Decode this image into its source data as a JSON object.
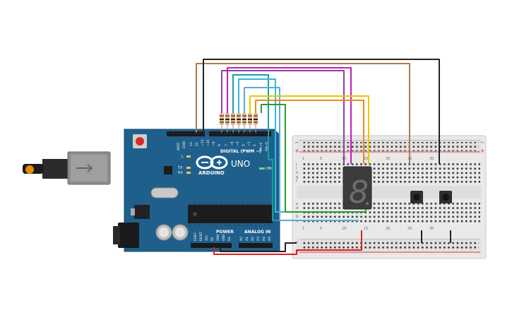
{
  "board": {
    "aref": "AREF",
    "gnd": "GND",
    "digital_label": "DIGITAL (PWM ~)",
    "brand": "ARDUINO",
    "model": "UNO",
    "on_label": "ON",
    "led_l": "L",
    "led_tx": "TX",
    "led_rx": "RX",
    "power_label": "POWER",
    "analog_label": "ANALOG IN",
    "tx_pin": "TX→1",
    "rx_pin": "RX←0",
    "digital_pins": [
      "13",
      "12",
      "~11",
      "~10",
      "~9",
      "8",
      "7",
      "~6",
      "~5",
      "4",
      "~3",
      "2"
    ],
    "power_pins": [
      "IOREF",
      "RESET",
      "3V3",
      "5V",
      "GND",
      "GND",
      "Vin"
    ],
    "analog_pins": [
      "A0",
      "A1",
      "A2",
      "A3",
      "A4",
      "A5"
    ]
  },
  "display": {
    "digit": "8"
  },
  "breadboard": {
    "rows_top": [
      "j",
      "i",
      "h",
      "g",
      "f"
    ],
    "rows_bottom": [
      "e",
      "d",
      "c",
      "b",
      "a"
    ],
    "columns": [
      "1",
      "5",
      "10",
      "15",
      "20",
      "25",
      "30"
    ],
    "plus": "+",
    "minus": "−"
  },
  "colors": {
    "board": "#1f5f8c",
    "wire_brown": "#b07a4a",
    "wire_black": "#222222",
    "wire_purple": "#8e3fa8",
    "wire_magenta": "#c21fbc",
    "wire_teal": "#16a398",
    "wire_cyan": "#35b7d8",
    "wire_yellow": "#e6c800",
    "wire_orange": "#ef8a17",
    "wire_green": "#2d9b2d",
    "wire_red": "#dd1f1f"
  }
}
